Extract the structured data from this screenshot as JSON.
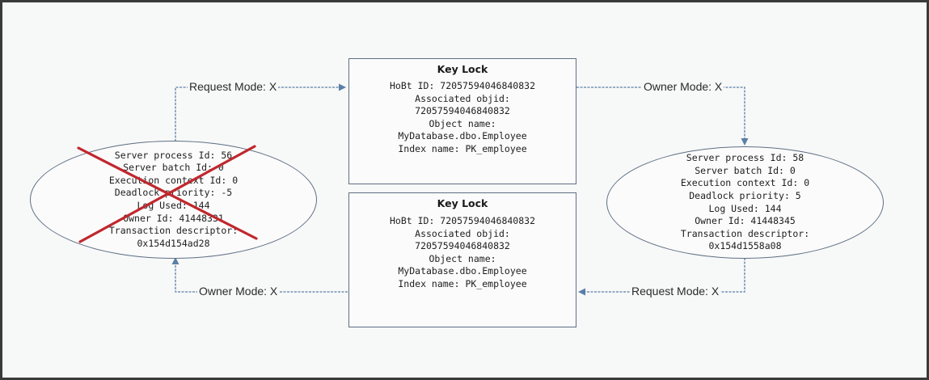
{
  "key_locks": [
    {
      "title": "Key Lock",
      "lines": [
        "HoBt ID: 72057594046840832",
        "Associated objid:",
        "72057594046840832",
        "Object name:",
        "MyDatabase.dbo.Employee",
        "Index name: PK_employee"
      ]
    },
    {
      "title": "Key Lock",
      "lines": [
        "HoBt ID: 72057594046840832",
        "Associated objid:",
        "72057594046840832",
        "Object name:",
        "MyDatabase.dbo.Employee",
        "Index name: PK_employee"
      ]
    }
  ],
  "processes": [
    {
      "lines": [
        "Server process Id: 56",
        "Server batch Id: 0",
        "Execution context Id: 0",
        "Deadlock priority: -5",
        "Log Used: 144",
        "Owner Id: 41448331",
        "Transaction descriptor:",
        "0x154d154ad28"
      ],
      "deadlock_victim": true,
      "victim_mark_color": "#c0272d"
    },
    {
      "lines": [
        "Server process Id: 58",
        "Server batch Id: 0",
        "Execution context Id: 0",
        "Deadlock priority: 5",
        "Log Used: 144",
        "Owner Id: 41448345",
        "Transaction descriptor:",
        "0x154d1558a08"
      ],
      "deadlock_victim": false
    }
  ],
  "edges": {
    "top_left": "Request Mode: X",
    "top_right": "Owner Mode: X",
    "bottom_left": "Owner Mode: X",
    "bottom_right": "Request Mode: X"
  },
  "colors": {
    "border": "#5e6f83",
    "connector": "#5b7fa6",
    "victim_mark": "#c0272d"
  }
}
